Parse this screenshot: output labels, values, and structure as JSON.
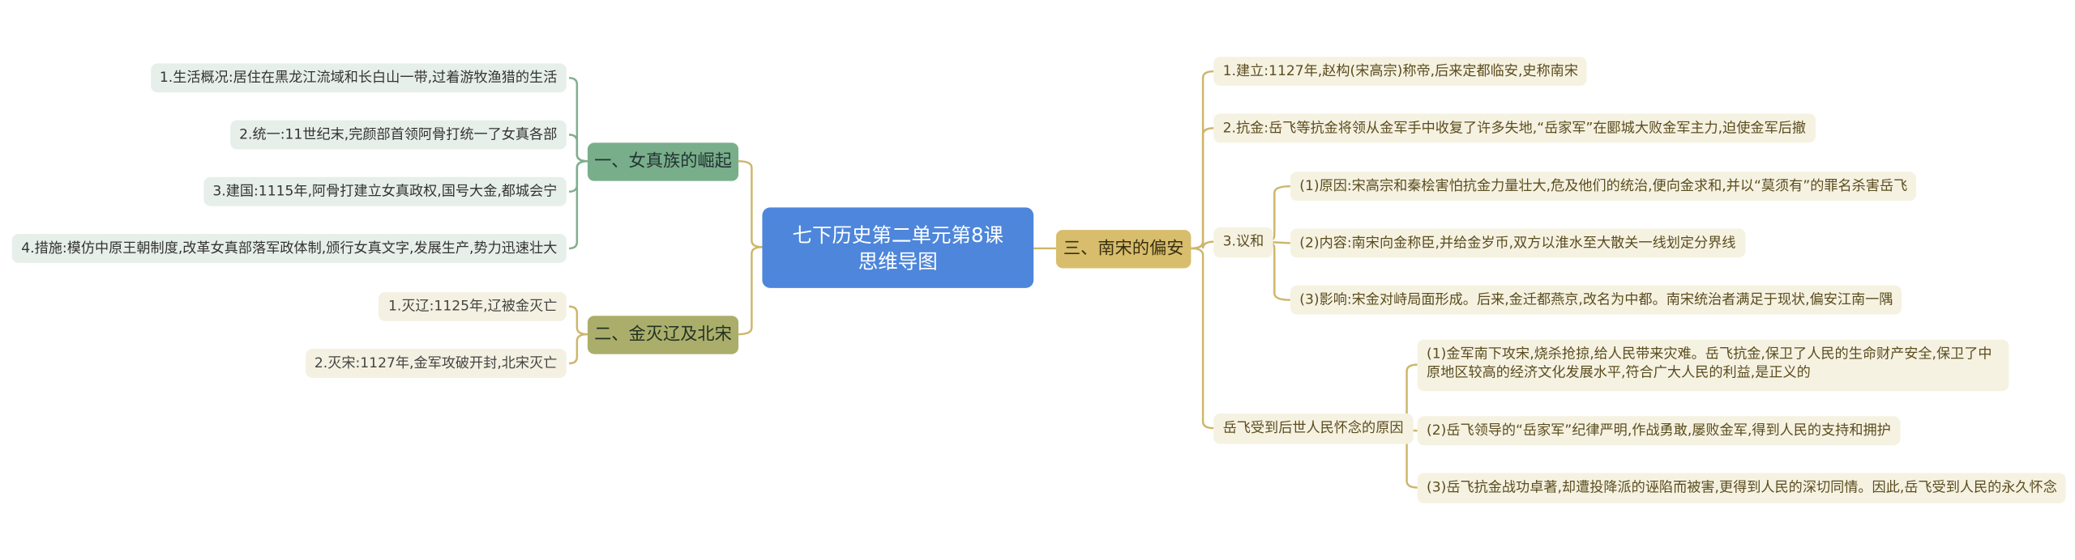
{
  "root": {
    "line1": "七下历史第二单元第8课",
    "line2": "思维导图"
  },
  "branch1": {
    "label": "一、女真族的崛起",
    "items": [
      "1.生活概况:居住在黑龙江流域和长白山一带,过着游牧渔猎的生活",
      "2.统一:11世纪末,完颜部首领阿骨打统一了女真各部",
      "3.建国:1115年,阿骨打建立女真政权,国号大金,都城会宁",
      "4.措施:模仿中原王朝制度,改革女真部落军政体制,颁行女真文字,发展生产,势力迅速壮大"
    ]
  },
  "branch2": {
    "label": "二、金灭辽及北宋",
    "items": [
      "1.灭辽:1125年,辽被金灭亡",
      "2.灭宋:1127年,金军攻破开封,北宋灭亡"
    ]
  },
  "branch3": {
    "label": "三、南宋的偏安",
    "items": [
      "1.建立:1127年,赵构(宋高宗)称帝,后来定都临安,史称南宋",
      "2.抗金:岳飞等抗金将领从金军手中收复了许多失地,“岳家军”在郾城大败金军主力,迫使金军后撤"
    ],
    "yihe": {
      "label": "3.议和",
      "items": [
        "(1)原因:宋高宗和秦桧害怕抗金力量壮大,危及他们的统治,便向金求和,并以“莫须有”的罪名杀害岳飞",
        "(2)内容:南宋向金称臣,并给金岁币,双方以淮水至大散关一线划定分界线",
        "(3)影响:宋金对峙局面形成。后来,金迁都燕京,改名为中都。南宋统治者满足于现状,偏安江南一隅"
      ]
    },
    "yuefei": {
      "label": "岳飞受到后世人民怀念的原因",
      "items": [
        "(1)金军南下攻宋,烧杀抢掠,给人民带来灾难。岳飞抗金,保卫了人民的生命财产安全,保卫了中原地区较高的经济文化发展水平,符合广大人民的利益,是正义的",
        "(2)岳飞领导的“岳家军”纪律严明,作战勇敢,屡败金军,得到人民的支持和拥护",
        "(3)岳飞抗金战功卓著,却遭投降派的诬陷而被害,更得到人民的深切同情。因此,岳飞受到人民的永久怀念"
      ]
    }
  },
  "colors": {
    "root": "#4d86db",
    "branch1": "#79ae8b",
    "branch2": "#abae6b",
    "branch3": "#d7bd6c",
    "link_green": "#7fae8e",
    "link_gold": "#cdb66a"
  }
}
